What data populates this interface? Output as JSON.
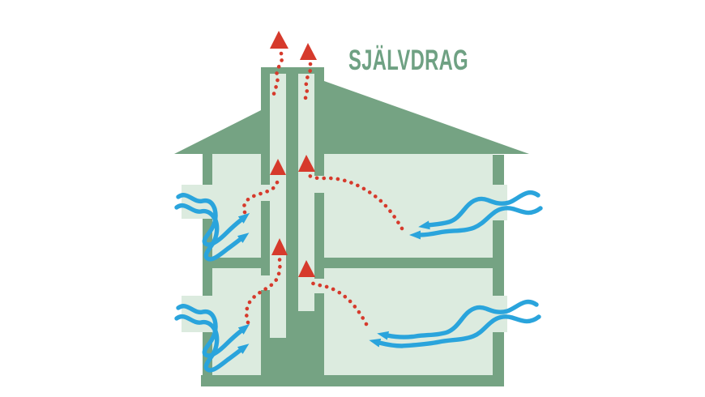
{
  "title": {
    "text": "SJÄLVDRAG"
  },
  "colors": {
    "background": "#ffffff",
    "structure_green": "#75a383",
    "interior_green": "#dcebdf",
    "title_green": "#6fa183",
    "warm_air_red": "#d63a2c",
    "fresh_air_blue": "#2aa4dc"
  },
  "icons": {
    "warm_air_arrow": "red-dotted-arrow-up",
    "fresh_air_arrow": "blue-wavy-arrow"
  }
}
